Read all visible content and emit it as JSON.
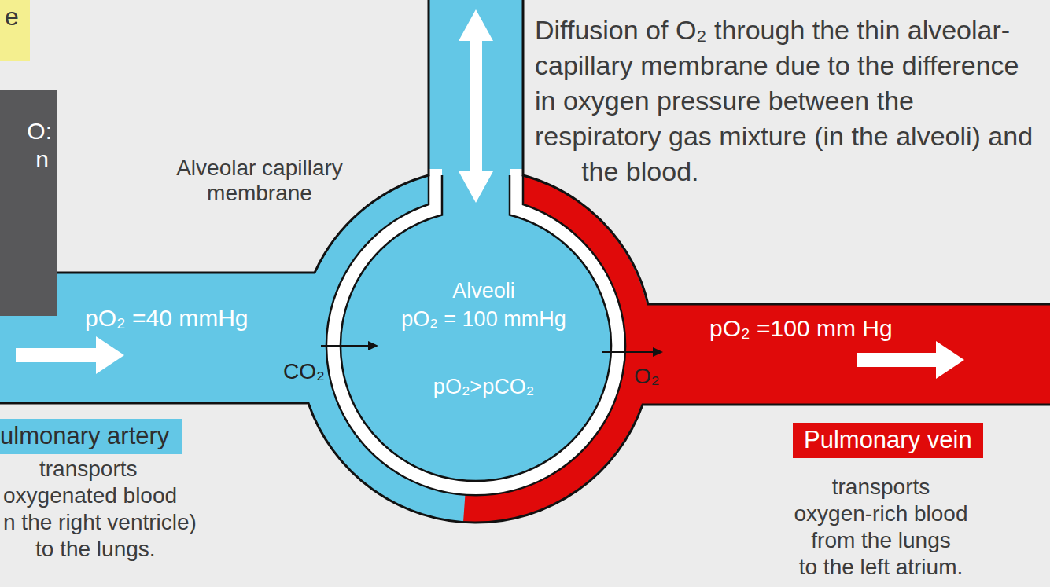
{
  "diagram": {
    "nodes": [
      {
        "text": [
          "e"
        ]
      },
      {
        "text": [
          "O:",
          "n"
        ]
      },
      {
        "text": [
          "pO₂ =40 mmHg"
        ]
      },
      {
        "text": [
          "Alveoli",
          "pO₂ = 100 mmHg",
          "pO₂>pCO₂"
        ]
      },
      {
        "text": [
          "pO₂ =100 mm Hg"
        ]
      },
      {
        "text": [
          "ulmonary artery"
        ]
      },
      {
        "text": [
          "Pulmonary vein"
        ]
      }
    ],
    "labels": [
      "Alveolar capillary membrane",
      "Diffusion of O₂ through the thin alveolar-capillary membrane due to the difference in oxygen pressure between the respiratory gas mixture (in the alveoli) and the blood.",
      "CO₂",
      "O₂",
      "transports",
      "oxygenated blood",
      "n the right ventricle)",
      "to the lungs.",
      "transports",
      "oxygen-rich blood",
      "from the lungs",
      "to the left atrium."
    ]
  }
}
